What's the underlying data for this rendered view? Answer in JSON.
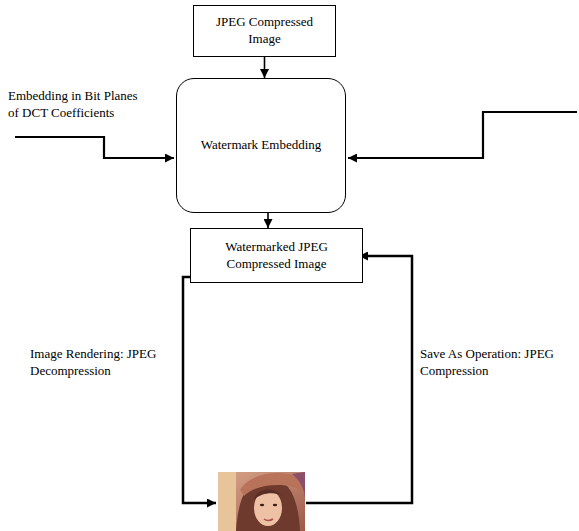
{
  "diagram": {
    "nodes": [
      {
        "text": [
          "JPEG Compressed Image"
        ]
      },
      {
        "text": [
          "Watermark Embedding"
        ]
      },
      {
        "text": [
          "Watermarked JPEG Compressed Image"
        ]
      }
    ],
    "edges": [
      {
        "from": 0,
        "to": 1,
        "arrow": "to"
      },
      {
        "from": 1,
        "to": 2,
        "arrow": "to"
      }
    ],
    "labels": [
      "Embedding in Bit Planes of DCT Coefficients",
      "Image Rendering: JPEG Decompression",
      "Save As Operation: JPEG Compression"
    ]
  }
}
